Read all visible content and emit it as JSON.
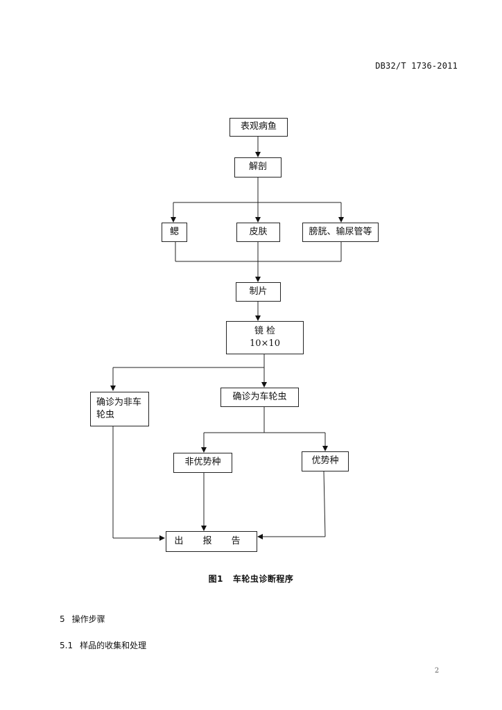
{
  "header": {
    "doc_code": "DB32/T 1736-2011"
  },
  "flowchart": {
    "nodes": {
      "diseased_fish": "表观病鱼",
      "dissect": "解剖",
      "gills": "鳃",
      "skin": "皮肤",
      "bladder_ureter": "膀胱、输尿管等",
      "slide": "制片",
      "microscope_title": "镜  检",
      "microscope_mag": "10×10",
      "confirmed_trichodina": "确诊为车轮虫",
      "not_trichodina": "确诊为非车轮虫",
      "non_dominant": "非优势种",
      "dominant": "优势种",
      "report": "出  报  告"
    }
  },
  "figure_caption": {
    "number": "图1",
    "title": "车轮虫诊断程序"
  },
  "sections": [
    {
      "number": "5",
      "title": "操作步骤"
    },
    {
      "number": "5.1",
      "title": "样品的收集和处理"
    }
  ],
  "page_number": "2"
}
